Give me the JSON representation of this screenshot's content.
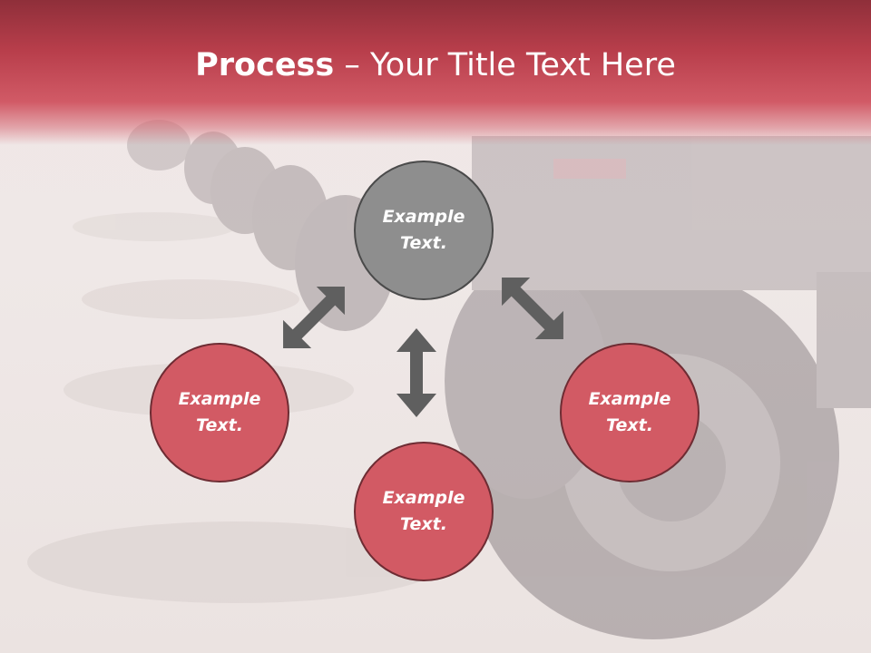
{
  "title": {
    "bold": "Process",
    "rest": " – Your Title Text Here"
  },
  "nodes": {
    "top": {
      "line1": "Example",
      "line2": "Text."
    },
    "left": {
      "line1": "Example",
      "line2": "Text."
    },
    "bottom": {
      "line1": "Example",
      "line2": "Text."
    },
    "right": {
      "line1": "Example",
      "line2": "Text."
    }
  },
  "colors": {
    "accent": "#d25a64",
    "title_band": "#b83e4b",
    "center": "#8e8e8e",
    "arrow": "#5f5f5f"
  }
}
